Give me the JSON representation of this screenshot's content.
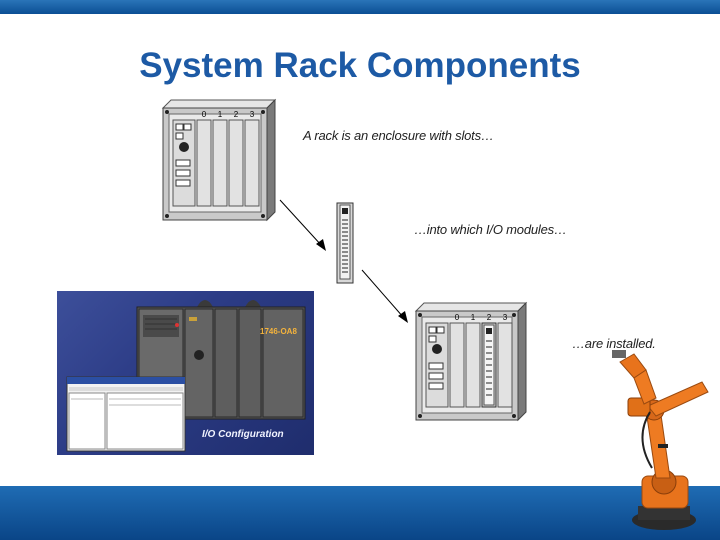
{
  "slide": {
    "title": "System Rack Components",
    "captions": {
      "rack": "A rack is an enclosure with slots…",
      "modules": "…into which I/O modules…",
      "installed": "…are installed."
    },
    "slot_numbers": [
      "0",
      "1",
      "2",
      "3"
    ],
    "photo": {
      "caption": "I/O Configuration",
      "module_label": "1746-OA8"
    }
  },
  "colors": {
    "title": "#1d5aa5",
    "bars": "#0b4f94",
    "robot": "#e8731c"
  },
  "icons": [
    "rack-icon",
    "io-module-icon",
    "arrow-icon",
    "robot-arm-icon"
  ]
}
